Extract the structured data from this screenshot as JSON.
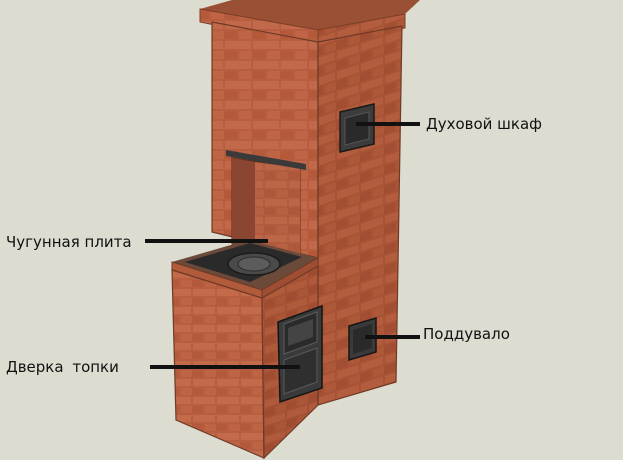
{
  "labels": {
    "oven": "Духовой шкаф",
    "cast_iron_plate": "Чугунная плита",
    "ash_pit": "Поддувало",
    "firebox_door": "Дверка  топки"
  },
  "colors": {
    "background": "#dcdcd0",
    "brick": "#b85e40",
    "mortar": "#e0d6cc",
    "leader_line": "#111111",
    "iron": "#2a2a2a"
  }
}
